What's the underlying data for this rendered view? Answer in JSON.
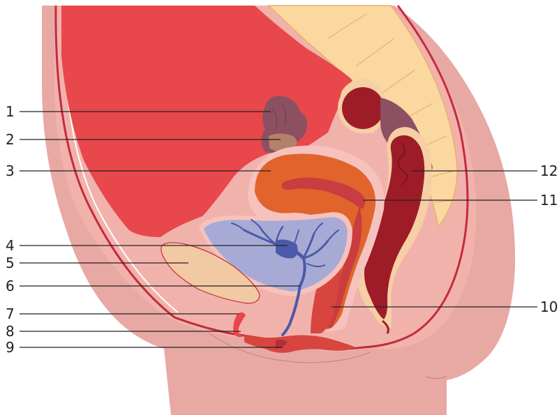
{
  "labels": {
    "l1": "1",
    "l2": "2",
    "l3": "3",
    "l4": "4",
    "l5": "5",
    "l6": "6",
    "l7": "7",
    "l8": "8",
    "l9": "9",
    "l10": "10",
    "l11": "11",
    "l12": "12"
  },
  "colors": {
    "skin": "#e8a8a4",
    "body_cavity": "#f2b2ac",
    "abdominal_wall_line": "#c42b3c",
    "intestines": "#e8474b",
    "spine_bone": "#fbd8a0",
    "ovary_tube": "#8c5062",
    "uterus": "#e0642c",
    "bladder": "#a8aad6",
    "bladder_vessels": "#4a5aa8",
    "pubic_bone": "#f1c9a2",
    "rectum": "#9e1c28",
    "rectum_wall": "#f6cfa4"
  }
}
